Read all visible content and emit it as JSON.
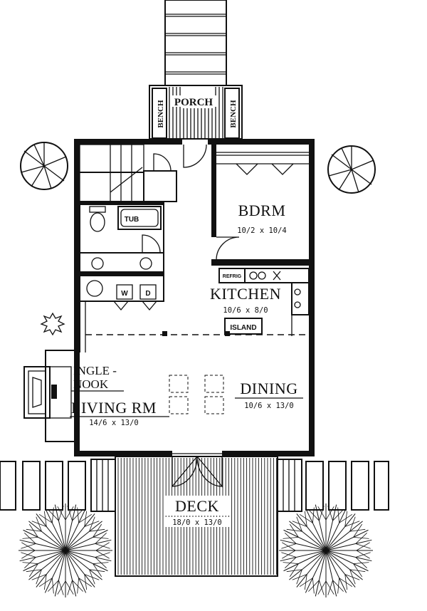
{
  "rooms": {
    "porch": "PORCH",
    "bench": "BENCH",
    "bdrm": {
      "name": "BDRM",
      "dims": "10/2 x 10/4"
    },
    "tub": "TUB",
    "washer": "W",
    "dryer": "D",
    "refrig": "REFRIG",
    "kitchen": {
      "name": "KITCHEN",
      "dims": "10/6 x 8/0"
    },
    "island": "ISLAND",
    "inglenook_line1": "INGLE -",
    "inglenook_line2": "NOOK",
    "living": {
      "name": "LIVING RM",
      "dims": "14/6 x 13/0"
    },
    "dining": {
      "name": "DINING",
      "dims": "10/6 x 13/0"
    },
    "deck": {
      "name": "DECK",
      "dims": "18/0 x 13/0"
    }
  }
}
